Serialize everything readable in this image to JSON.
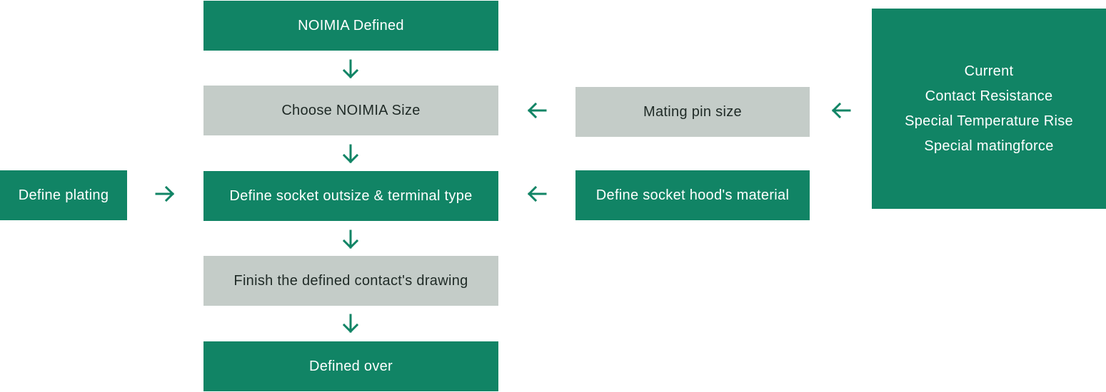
{
  "colors": {
    "accent_green": "#118465",
    "light_grey": "#c4ccc8"
  },
  "nodes": {
    "noimia_defined": "NOIMIA Defined",
    "choose_size": "Choose NOIMIA Size",
    "define_socket": "Define socket outsize & terminal type",
    "finish_drawing": "Finish the defined contact's drawing",
    "defined_over": "Defined over",
    "define_plating": "Define plating",
    "mating_pin": "Mating pin size",
    "socket_hood": "Define socket hood's material",
    "requirements": [
      "Current",
      "Contact Resistance",
      "Special Temperature Rise",
      "Special matingforce"
    ]
  }
}
